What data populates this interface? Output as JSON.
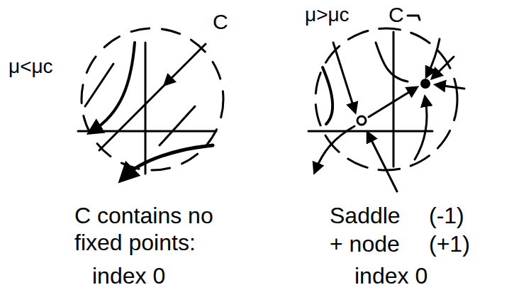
{
  "diagram": {
    "labels": [
      "μ<μc",
      "C",
      "μ>μc",
      "C",
      "C contains no fixed points:",
      "index 0",
      "Saddle",
      "(-1)",
      "+ node",
      "(+1)",
      "index 0"
    ]
  }
}
